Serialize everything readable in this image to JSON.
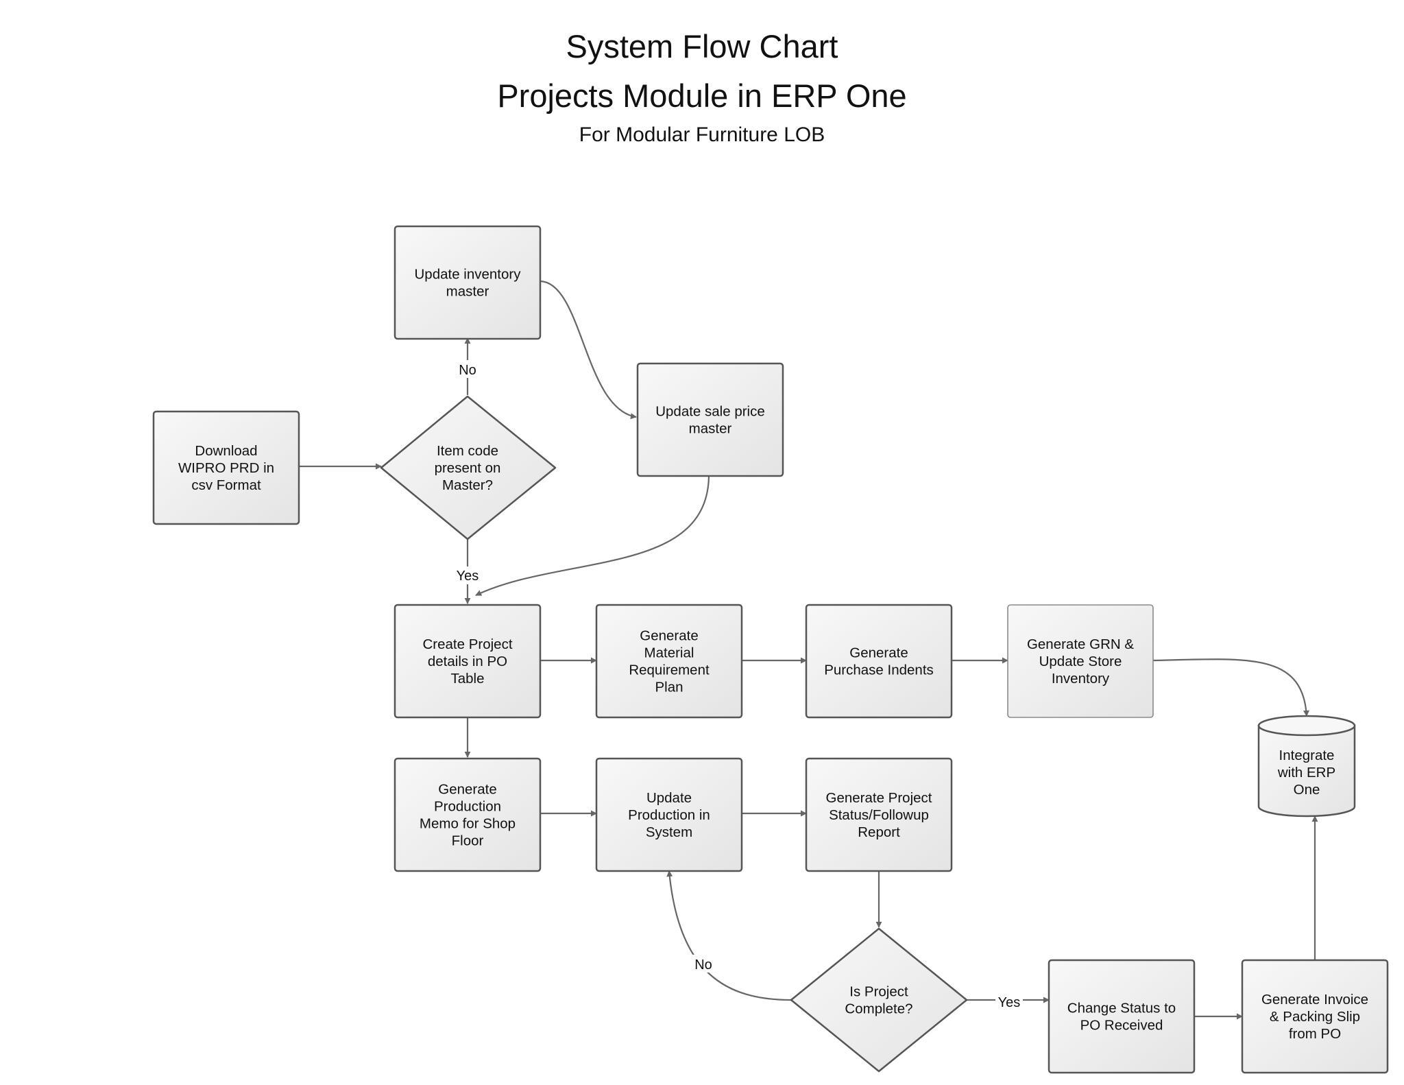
{
  "header": {
    "title": "System Flow Chart",
    "subtitle": "Projects Module in ERP One",
    "caption": "For Modular Furniture LOB"
  },
  "nodes": {
    "download": {
      "lines": [
        "Download",
        "WIPRO PRD in",
        "csv Format"
      ]
    },
    "item_check": {
      "lines": [
        "Item code",
        "present on",
        "Master?"
      ]
    },
    "update_inventory": {
      "lines": [
        "Update inventory",
        "master"
      ]
    },
    "update_sale_price": {
      "lines": [
        "Update sale price",
        "master"
      ]
    },
    "create_project": {
      "lines": [
        "Create Project",
        "details in PO",
        "Table"
      ]
    },
    "material_plan": {
      "lines": [
        "Generate",
        "Material",
        "Requirement",
        "Plan"
      ]
    },
    "purchase_indents": {
      "lines": [
        "Generate",
        "Purchase Indents"
      ]
    },
    "grn": {
      "lines": [
        "Generate GRN &",
        "Update Store",
        "Inventory"
      ]
    },
    "integrate": {
      "lines": [
        "Integrate",
        "with ERP",
        "One"
      ]
    },
    "production_memo": {
      "lines": [
        "Generate",
        "Production",
        "Memo for Shop",
        "Floor"
      ]
    },
    "update_production": {
      "lines": [
        "Update",
        "Production in",
        "System"
      ]
    },
    "status_report": {
      "lines": [
        "Generate Project",
        "Status/Followup",
        "Report"
      ]
    },
    "project_complete": {
      "lines": [
        "Is Project",
        "Complete?"
      ]
    },
    "change_status": {
      "lines": [
        "Change Status to",
        "PO Received"
      ]
    },
    "invoice": {
      "lines": [
        "Generate Invoice",
        "& Packing Slip",
        "from PO"
      ]
    }
  },
  "edge_labels": {
    "item_no": "No",
    "item_yes": "Yes",
    "complete_no": "No",
    "complete_yes": "Yes"
  }
}
